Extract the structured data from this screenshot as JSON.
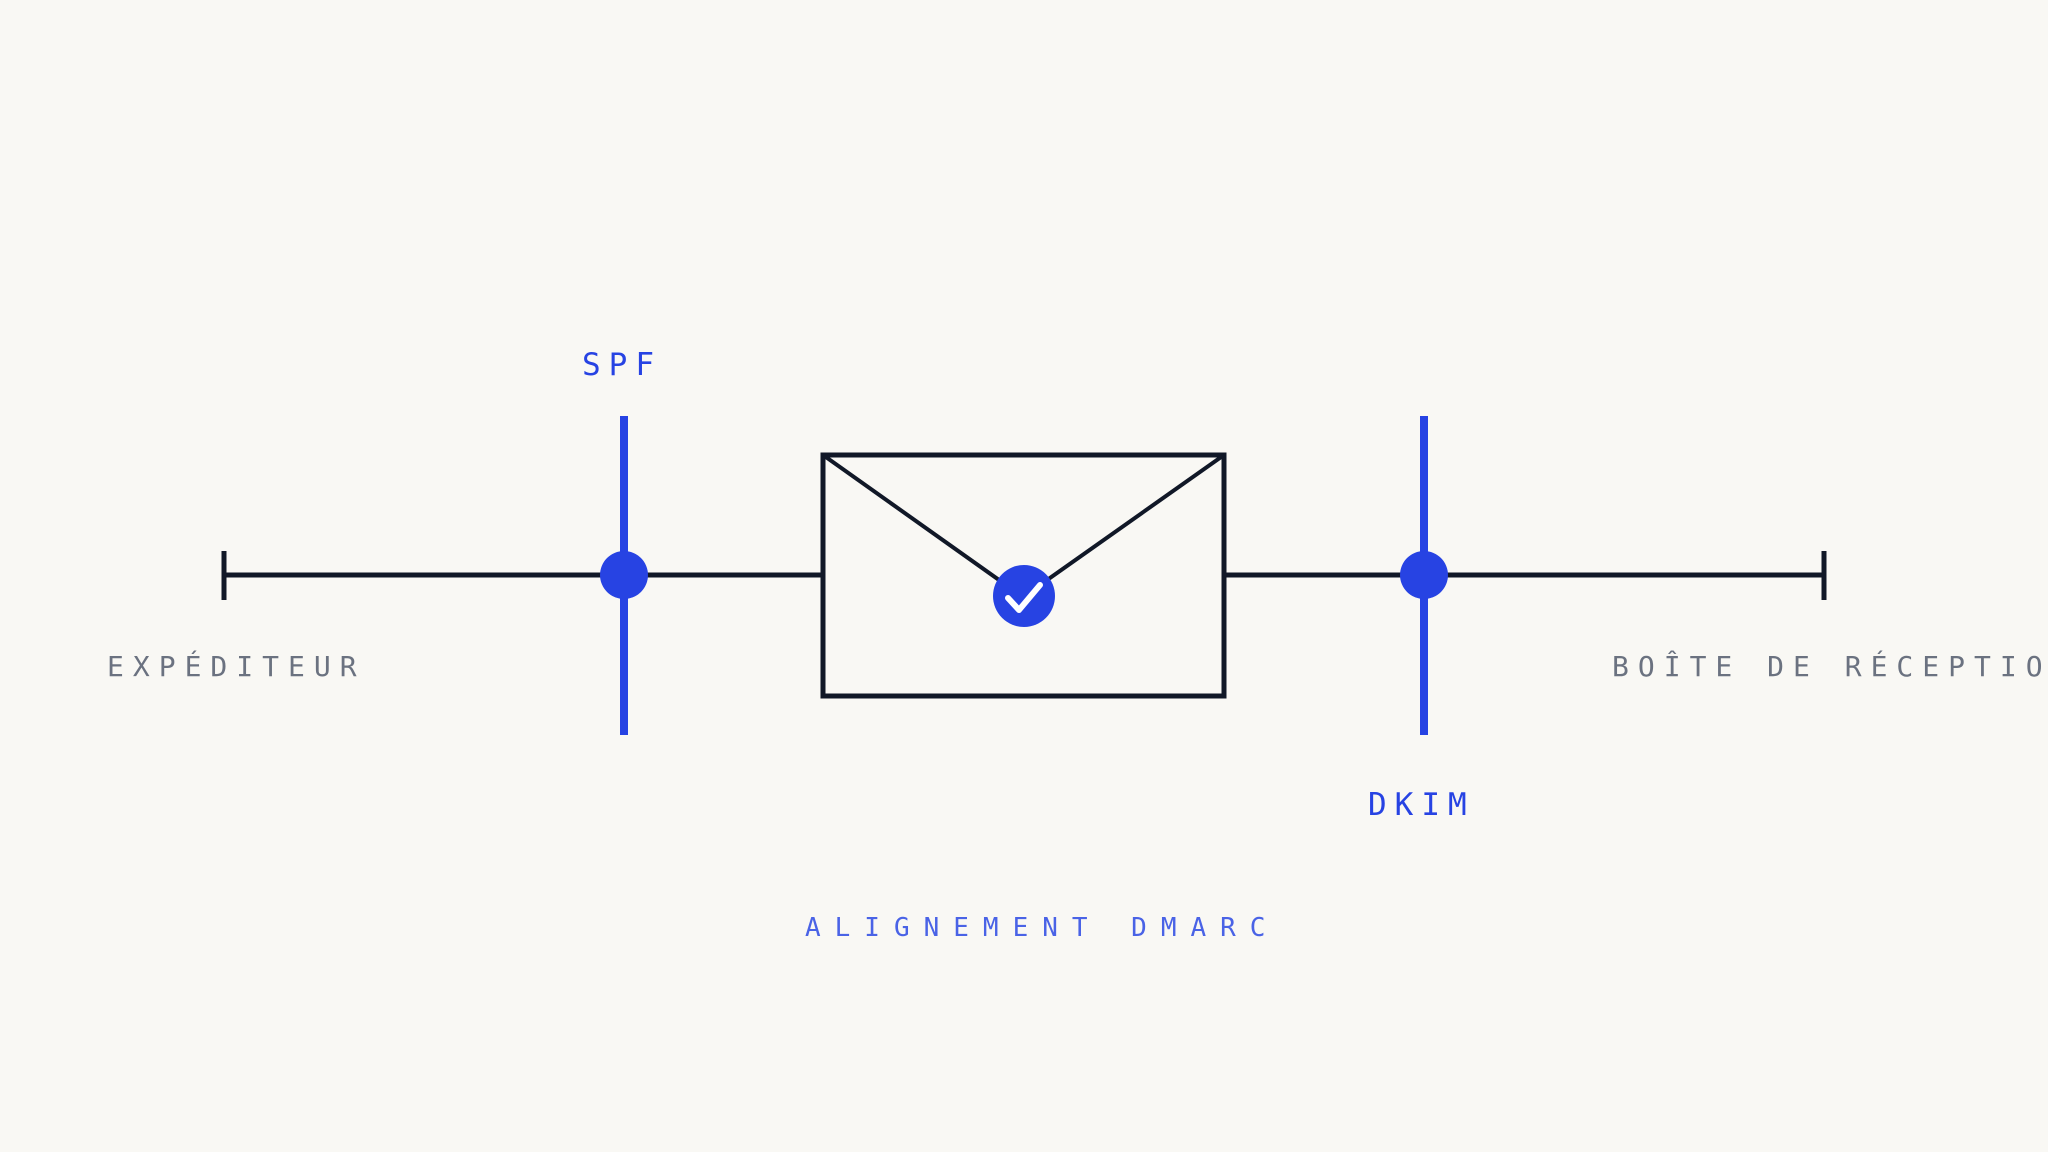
{
  "diagram": {
    "sender_label": "EXPÉDITEUR",
    "inbox_label": "BOÎTE DE RÉCEPTION",
    "spf_label": "SPF",
    "dkim_label": "DKIM",
    "caption": "ALIGNEMENT DMARC"
  },
  "colors": {
    "background": "#f9f8f4",
    "line": "#111827",
    "accent": "#2743e3",
    "muted_text": "#6b7280",
    "caption_text": "#4a63e6"
  },
  "icons": {
    "envelope": "envelope-icon",
    "check": "check-icon"
  }
}
